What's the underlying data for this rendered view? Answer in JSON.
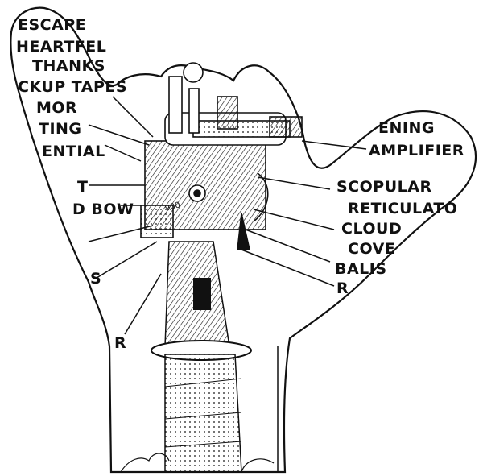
{
  "labels": {
    "left": [
      "ESCAPE",
      "HEARTFEL",
      "THANKS",
      "CKUP TAPES",
      "MOR",
      "TING",
      "ENTIAL",
      "T",
      "D BOW",
      "S",
      "R"
    ],
    "right": [
      "ENING",
      "AMPLIFIER",
      "SCOPULAR",
      "RETICULATO",
      "CLOUD",
      "COVE",
      "BALIS",
      "R"
    ],
    "drawing": [
      "900"
    ]
  },
  "colors": {
    "ink": "#111111",
    "paper": "#ffffff"
  }
}
